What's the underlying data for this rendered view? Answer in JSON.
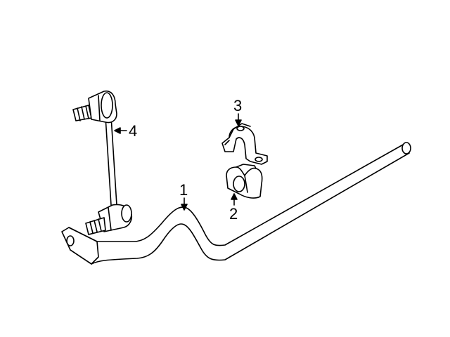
{
  "diagram": {
    "line_color": "#000000",
    "background": "#ffffff",
    "callouts": [
      {
        "id": "1",
        "label": "1",
        "part": "stabilizer-bar"
      },
      {
        "id": "2",
        "label": "2",
        "part": "bushing"
      },
      {
        "id": "3",
        "label": "3",
        "part": "bushing-bracket"
      },
      {
        "id": "4",
        "label": "4",
        "part": "stabilizer-link"
      }
    ]
  }
}
